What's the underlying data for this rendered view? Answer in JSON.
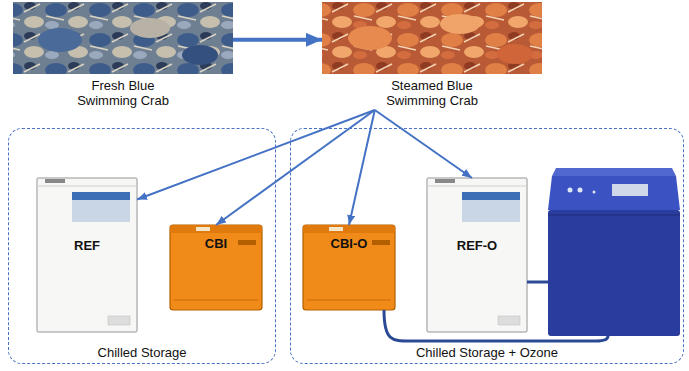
{
  "diagram": {
    "nodes": [
      {
        "text": [
          "Fresh Blue Swimming Crab"
        ]
      },
      {
        "text": [
          "Steamed Blue Swimming Crab"
        ]
      },
      {
        "text": [
          "Chilled Storage"
        ]
      },
      {
        "text": [
          "REF"
        ],
        "in": 2
      },
      {
        "text": [
          "CBI"
        ],
        "in": 2
      },
      {
        "text": [
          "Chilled Storage + Ozone"
        ]
      },
      {
        "text": [
          "CBI-O"
        ],
        "in": 5
      },
      {
        "text": [
          "REF-O"
        ],
        "in": 5
      }
    ],
    "edges": [
      {
        "from": 0,
        "to": 1,
        "arrow": "to"
      },
      {
        "from": 1,
        "to": 3,
        "arrow": "to"
      },
      {
        "from": 1,
        "to": 4,
        "arrow": "to"
      },
      {
        "from": 1,
        "to": 6,
        "arrow": "to"
      },
      {
        "from": 1,
        "to": 7,
        "arrow": "to"
      }
    ]
  }
}
